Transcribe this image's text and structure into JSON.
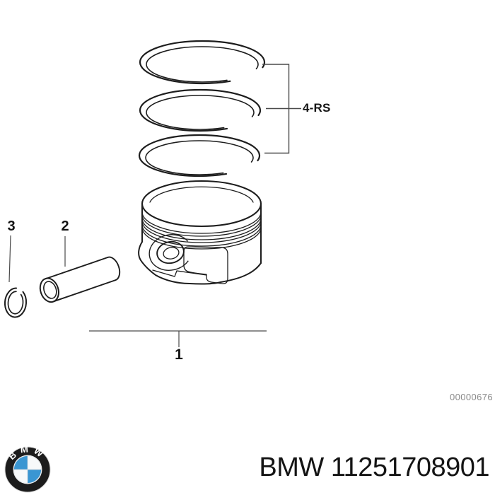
{
  "diagram": {
    "labels": {
      "rings_group": "4-RS",
      "piston_assembly": "1",
      "piston_pin": "2",
      "circlip": "3"
    },
    "doc_number": "00000676"
  },
  "footer": {
    "brand": "BMW",
    "part_title": "BMW 11251708901"
  },
  "colors": {
    "background": "#ffffff",
    "line_dark": "#1d1d1d",
    "line_mid": "#4a4a4a",
    "doc_number_gray": "#8a8a8a",
    "bmw_blue": "#3a96d2",
    "logo_black": "#1c1c1c"
  }
}
